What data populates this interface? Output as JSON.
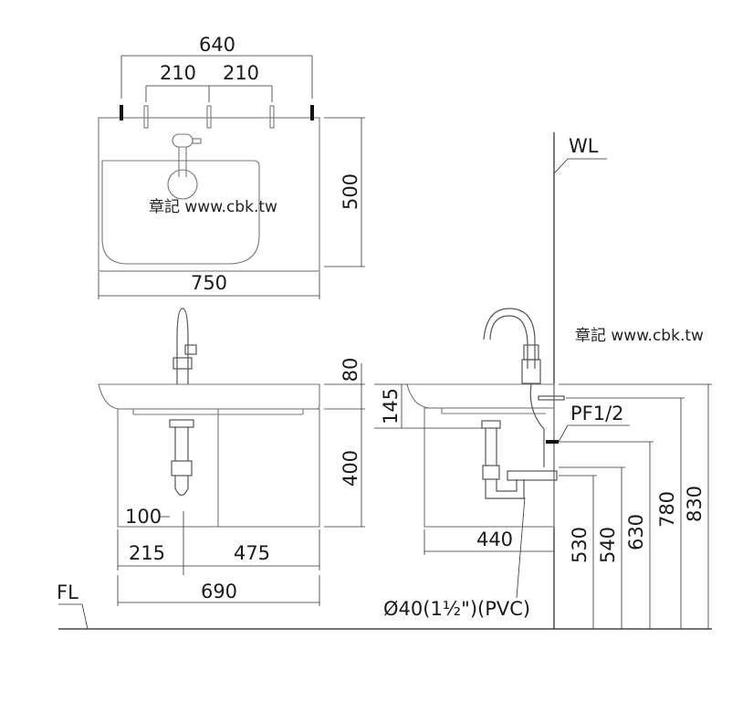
{
  "watermarks": {
    "top": "章記 www.cbk.tw",
    "right": "章記 www.cbk.tw"
  },
  "labels": {
    "wl": "WL",
    "fl": "FL",
    "pf": "PF1/2",
    "drain": "Ø40(1½\")(PVC)"
  },
  "top_view": {
    "overall_width": "640",
    "hole_left": "210",
    "hole_right": "210",
    "depth": "500",
    "width": "750"
  },
  "front_view": {
    "basin": "80",
    "cabinet": "400",
    "drain_offset": "100",
    "left": "215",
    "right": "475",
    "width": "690"
  },
  "side_view": {
    "basin_depth": "145",
    "depth": "440",
    "h1": "530",
    "h2": "540",
    "h3": "630",
    "h4": "780",
    "h5": "830"
  }
}
